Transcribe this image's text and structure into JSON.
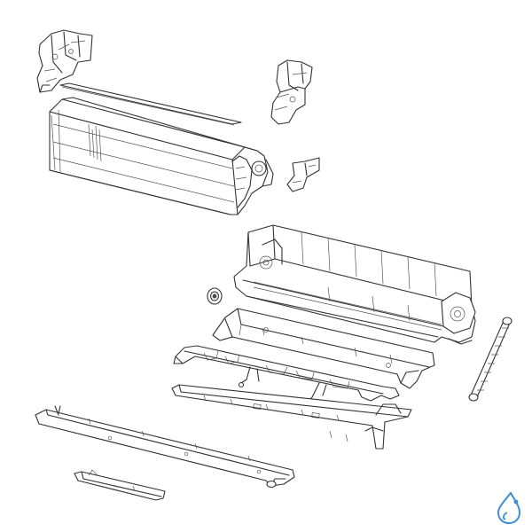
{
  "figure": {
    "type": "exploded-parts-diagram",
    "background_color": "#ffffff",
    "line_color": "#333333",
    "parts": [
      {
        "id": "left-side-bracket",
        "icon": "bracket-icon"
      },
      {
        "id": "top-filter-strip",
        "icon": "strip-icon"
      },
      {
        "id": "heat-exchanger-coil",
        "icon": "coil-icon"
      },
      {
        "id": "right-side-bracket-upper",
        "icon": "bracket-icon"
      },
      {
        "id": "right-side-bracket-small",
        "icon": "bracket-icon"
      },
      {
        "id": "main-chassis-frame",
        "icon": "chassis-icon"
      },
      {
        "id": "small-bushing",
        "icon": "bushing-icon"
      },
      {
        "id": "drain-pan",
        "icon": "tray-icon"
      },
      {
        "id": "louver-assembly",
        "icon": "louver-icon"
      },
      {
        "id": "swing-linkage-rail",
        "icon": "rail-icon"
      },
      {
        "id": "fan-shaft",
        "icon": "shaft-icon"
      },
      {
        "id": "bottom-slide-rail",
        "icon": "rail-icon"
      },
      {
        "id": "small-clip-bar",
        "icon": "clip-icon"
      }
    ]
  },
  "logo": {
    "icon": "water-drop-logo-icon",
    "accent_color": "#3a8fd8"
  }
}
